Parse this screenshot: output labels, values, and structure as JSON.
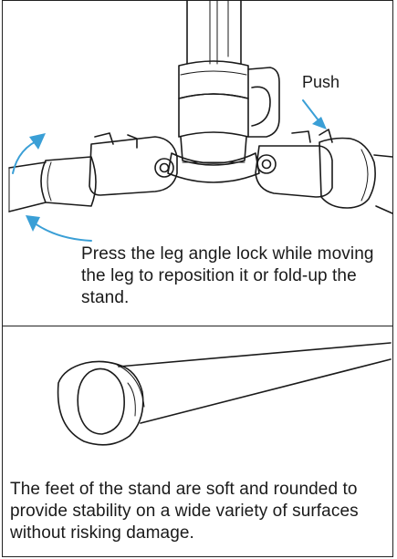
{
  "sections": [
    {
      "label": "Push",
      "caption": "Press the leg angle lock while moving the leg to reposition it or fold-up the stand."
    },
    {
      "caption": "The feet of the stand are soft and rounded to provide stability on a wide variety of surfaces without risking damage."
    }
  ],
  "colors": {
    "arrow": "#3a9fd6",
    "line": "#1a1a1a"
  }
}
